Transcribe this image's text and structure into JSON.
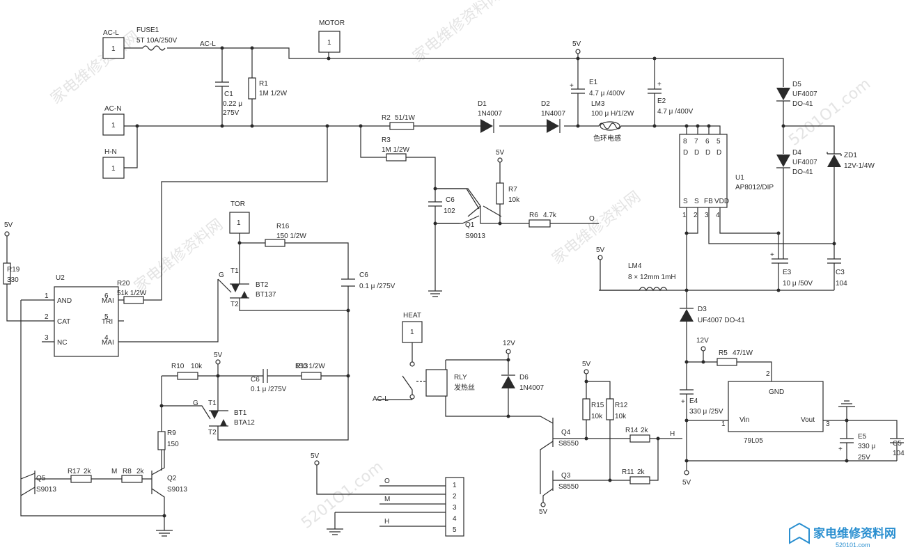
{
  "connectors": {
    "ac_l": "AC-L",
    "ac_n": "AC-N",
    "h_n": "H-N",
    "motor": "MOTOR",
    "tor": "TOR",
    "heat": "HEAT",
    "pin": "1"
  },
  "fuse": {
    "ref": "FUSE1",
    "value": "5T 10A/250V",
    "net": "AC-L"
  },
  "supply": {
    "v5": "5V",
    "v12": "12V"
  },
  "c1": {
    "ref": "C1",
    "v1": "0.22 μ",
    "v2": "275V"
  },
  "r1": {
    "ref": "R1",
    "value": "1M 1/2W"
  },
  "r2": {
    "ref": "R2",
    "value": "51/1W"
  },
  "r3": {
    "ref": "R3",
    "value": "1M 1/2W"
  },
  "d1": {
    "ref": "D1",
    "value": "1N4007"
  },
  "d2": {
    "ref": "D2",
    "value": "1N4007"
  },
  "e1": {
    "ref": "E1",
    "value": "4.7 μ /400V"
  },
  "e2": {
    "ref": "E2",
    "value": "4.7 μ /400V"
  },
  "lm3": {
    "ref": "LM3",
    "value": "100 μ H/1/2W",
    "note": "色环电感"
  },
  "d5": {
    "ref": "D5",
    "v1": "UF4007",
    "v2": "DO-41"
  },
  "d4": {
    "ref": "D4",
    "v1": "UF4007",
    "v2": "DO-41"
  },
  "zd1": {
    "ref": "ZD1",
    "value": "12V-1/4W"
  },
  "u1": {
    "ref": "U1",
    "part": "AP8012/DIP",
    "pins_top": [
      "8",
      "7",
      "6",
      "5"
    ],
    "pins_top_names": [
      "D",
      "D",
      "D",
      "D"
    ],
    "pins_bot": [
      "1",
      "2",
      "3",
      "4"
    ],
    "pins_bot_names": [
      "S",
      "S",
      "FB",
      "VDD"
    ]
  },
  "r7": {
    "ref": "R7",
    "value": "10k"
  },
  "r6": {
    "ref": "R6",
    "value": "4.7k",
    "net": "O"
  },
  "c6a": {
    "ref": "C6",
    "value": "102"
  },
  "q1": {
    "ref": "Q1",
    "part": "S9013"
  },
  "lm4": {
    "ref": "LM4",
    "value": "8 × 12mm 1mH"
  },
  "e3": {
    "ref": "E3",
    "value": "10 μ /50V"
  },
  "c3": {
    "ref": "C3",
    "value": "104"
  },
  "d3": {
    "ref": "D3",
    "value": "UF4007 DO-41"
  },
  "r19": {
    "ref": "R19",
    "value": "330"
  },
  "u2": {
    "ref": "U2",
    "left": [
      "AND",
      "CAT",
      "NC"
    ],
    "left_pins": [
      "1",
      "2",
      "3"
    ],
    "right": [
      "MAI",
      "TRI",
      "MAI"
    ],
    "right_pins": [
      "6",
      "5",
      "4"
    ]
  },
  "r20": {
    "ref": "R20",
    "value": "51k 1/2W"
  },
  "r16": {
    "ref": "R16",
    "value": "150 1/2W"
  },
  "bt2": {
    "ref": "BT2",
    "part": "BT137",
    "t1": "T1",
    "t2": "T2",
    "g": "G"
  },
  "c6b": {
    "ref": "C6",
    "value": "0.1 μ /275V"
  },
  "r10": {
    "ref": "R10",
    "value": "10k"
  },
  "c6c": {
    "ref": "C6",
    "value": "0.1 μ /275V"
  },
  "r13": {
    "ref": "R13",
    "value": "150 1/2W"
  },
  "bt1": {
    "ref": "BT1",
    "part": "BTA12",
    "t1": "T1",
    "t2": "T2",
    "g": "G"
  },
  "r9": {
    "ref": "R9",
    "value": "150"
  },
  "q5": {
    "ref": "Q5",
    "part": "S9013"
  },
  "r17": {
    "ref": "R17",
    "value": "2k"
  },
  "r8": {
    "ref": "R8",
    "value": "2k",
    "net": "M"
  },
  "q2": {
    "ref": "Q2",
    "part": "S9013"
  },
  "rly": {
    "ref": "RLY",
    "note": "发热丝",
    "net": "AC-L"
  },
  "d6": {
    "ref": "D6",
    "value": "1N4007"
  },
  "r15": {
    "ref": "R15",
    "value": "10k"
  },
  "r12": {
    "ref": "R12",
    "value": "10k"
  },
  "q4": {
    "ref": "Q4",
    "part": "S8550"
  },
  "q3": {
    "ref": "Q3",
    "part": "S8550"
  },
  "r14": {
    "ref": "R14",
    "value": "2k",
    "net": "H"
  },
  "r11": {
    "ref": "R11",
    "value": "2k"
  },
  "r5": {
    "ref": "R5",
    "value": "47/1W"
  },
  "e4": {
    "ref": "E4",
    "value": "330 μ /25V"
  },
  "reg": {
    "ref": "79L05",
    "gnd": "GND",
    "vin": "Vin",
    "vout": "Vout",
    "p1": "1",
    "p2": "2",
    "p3": "3"
  },
  "e5": {
    "ref": "E5",
    "v1": "330 μ",
    "v2": "25V"
  },
  "c5": {
    "ref": "C5",
    "value": "104"
  },
  "header": {
    "nets": [
      "O",
      "M",
      "H"
    ],
    "pins": [
      "1",
      "2",
      "3",
      "4",
      "5"
    ]
  },
  "watermark": {
    "text": "家电维修资料网",
    "url": "5201O1.com"
  },
  "logo": {
    "text": "家电维修资料网",
    "url": "520101.com"
  }
}
